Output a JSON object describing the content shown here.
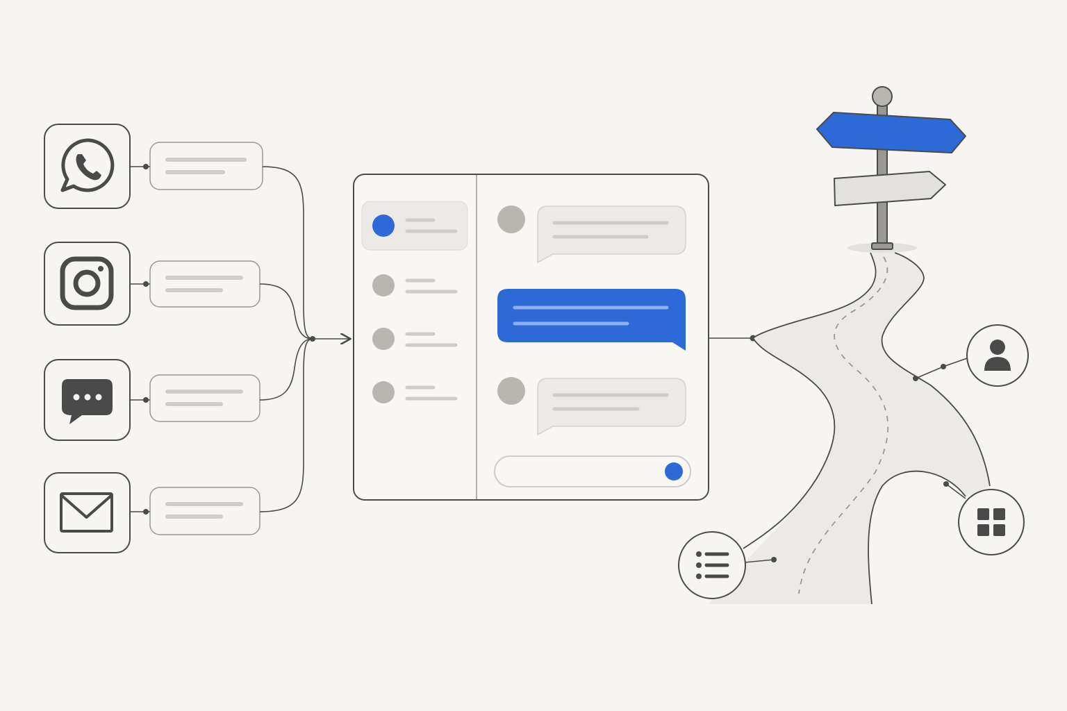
{
  "colors": {
    "background": "#f6f5f2",
    "accent": "#2d6ad8",
    "stroke": "#4a4a4a",
    "placeholder_line": "#cfcdc8",
    "avatar_gray": "#b8b6b1",
    "bubble_gray": "#ebeae6",
    "sign_gray": "#e2e1dd",
    "road": "#eceae6",
    "icon_fill": "#4a4a4a"
  },
  "channels": [
    {
      "icon": "whatsapp-icon"
    },
    {
      "icon": "instagram-icon"
    },
    {
      "icon": "chat-bubble-icon"
    },
    {
      "icon": "mail-icon"
    }
  ],
  "inbox": {
    "conversations": [
      {
        "state": "selected"
      },
      {
        "state": "default"
      },
      {
        "state": "default"
      },
      {
        "state": "default"
      }
    ],
    "messages": [
      {
        "direction": "incoming"
      },
      {
        "direction": "outgoing"
      },
      {
        "direction": "incoming"
      }
    ],
    "composer": {
      "send_icon": "send-dot-icon"
    }
  },
  "signpost": {
    "arrows": [
      "left-blue",
      "right-gray"
    ]
  },
  "destinations": [
    {
      "icon": "user-icon"
    },
    {
      "icon": "apps-grid-icon"
    },
    {
      "icon": "list-icon"
    }
  ]
}
